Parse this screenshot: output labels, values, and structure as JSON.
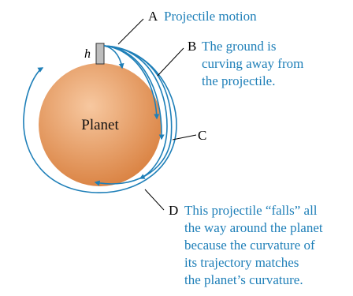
{
  "colors": {
    "trajectory": "#1e7fb8",
    "planet_fill": "#d9803f",
    "planet_highlight": "#f7c8a0",
    "tower_fill": "#bdbdbd"
  },
  "planet": {
    "label": "Planet"
  },
  "tower": {
    "label": "h"
  },
  "labels": {
    "a": {
      "letter": "A",
      "text": "Projectile motion"
    },
    "b": {
      "letter": "B",
      "lines": [
        "The ground is",
        "curving away from",
        "the projectile."
      ]
    },
    "c": {
      "letter": "C"
    },
    "d": {
      "letter": "D",
      "lines": [
        "This projectile “falls” all",
        "the way around the planet",
        "because the curvature of",
        "its trajectory matches",
        "the planet’s curvature."
      ]
    }
  }
}
